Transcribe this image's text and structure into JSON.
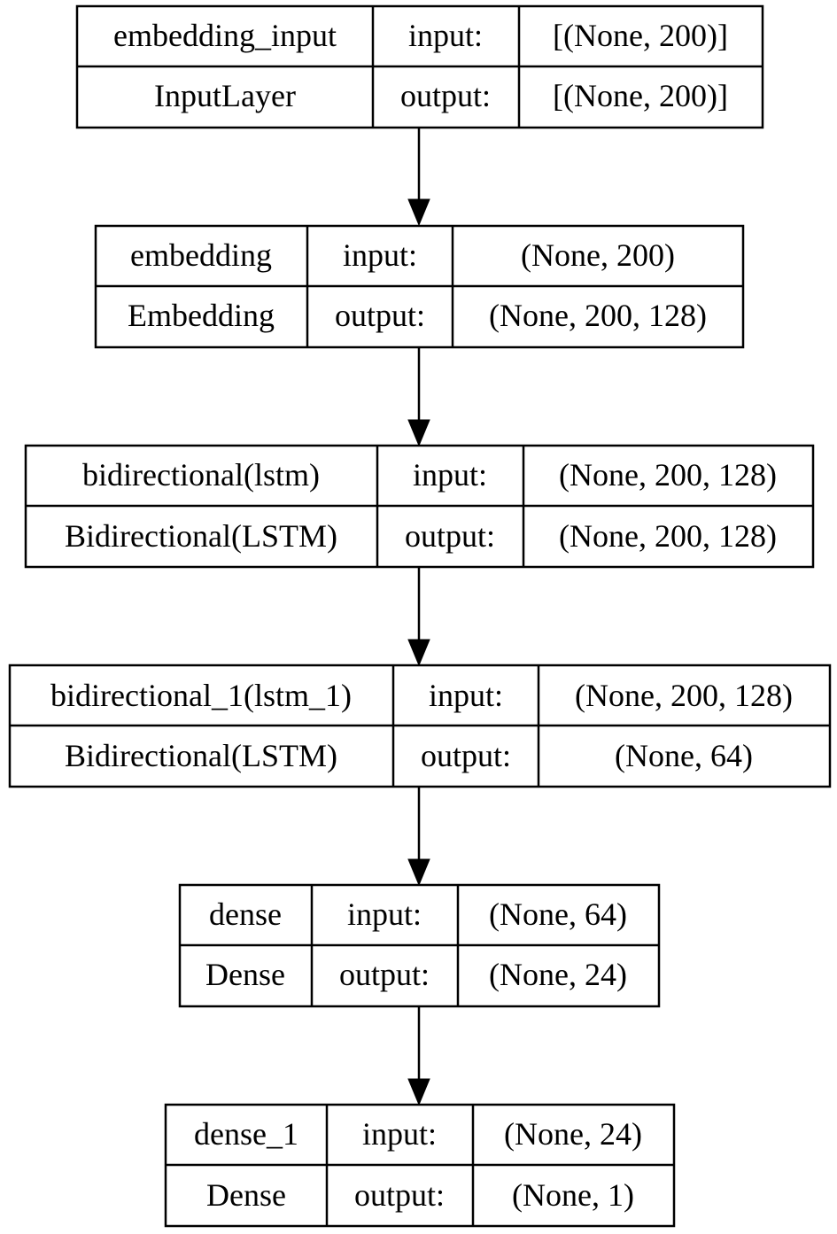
{
  "diagram": {
    "layers": [
      {
        "name": "embedding_input",
        "type": "InputLayer",
        "input_label": "input:",
        "output_label": "output:",
        "input_shape": "[(None, 200)]",
        "output_shape": "[(None, 200)]"
      },
      {
        "name": "embedding",
        "type": "Embedding",
        "input_label": "input:",
        "output_label": "output:",
        "input_shape": "(None, 200)",
        "output_shape": "(None, 200, 128)"
      },
      {
        "name": "bidirectional(lstm)",
        "type": "Bidirectional(LSTM)",
        "input_label": "input:",
        "output_label": "output:",
        "input_shape": "(None, 200, 128)",
        "output_shape": "(None, 200, 128)"
      },
      {
        "name": "bidirectional_1(lstm_1)",
        "type": "Bidirectional(LSTM)",
        "input_label": "input:",
        "output_label": "output:",
        "input_shape": "(None, 200, 128)",
        "output_shape": "(None, 64)"
      },
      {
        "name": "dense",
        "type": "Dense",
        "input_label": "input:",
        "output_label": "output:",
        "input_shape": "(None, 64)",
        "output_shape": "(None, 24)"
      },
      {
        "name": "dense_1",
        "type": "Dense",
        "input_label": "input:",
        "output_label": "output:",
        "input_shape": "(None, 24)",
        "output_shape": "(None, 1)"
      }
    ],
    "edges": [
      {
        "from": "embedding_input",
        "to": "embedding"
      },
      {
        "from": "embedding",
        "to": "bidirectional(lstm)"
      },
      {
        "from": "bidirectional(lstm)",
        "to": "bidirectional_1(lstm_1)"
      },
      {
        "from": "bidirectional_1(lstm_1)",
        "to": "dense"
      },
      {
        "from": "dense",
        "to": "dense_1"
      }
    ]
  }
}
